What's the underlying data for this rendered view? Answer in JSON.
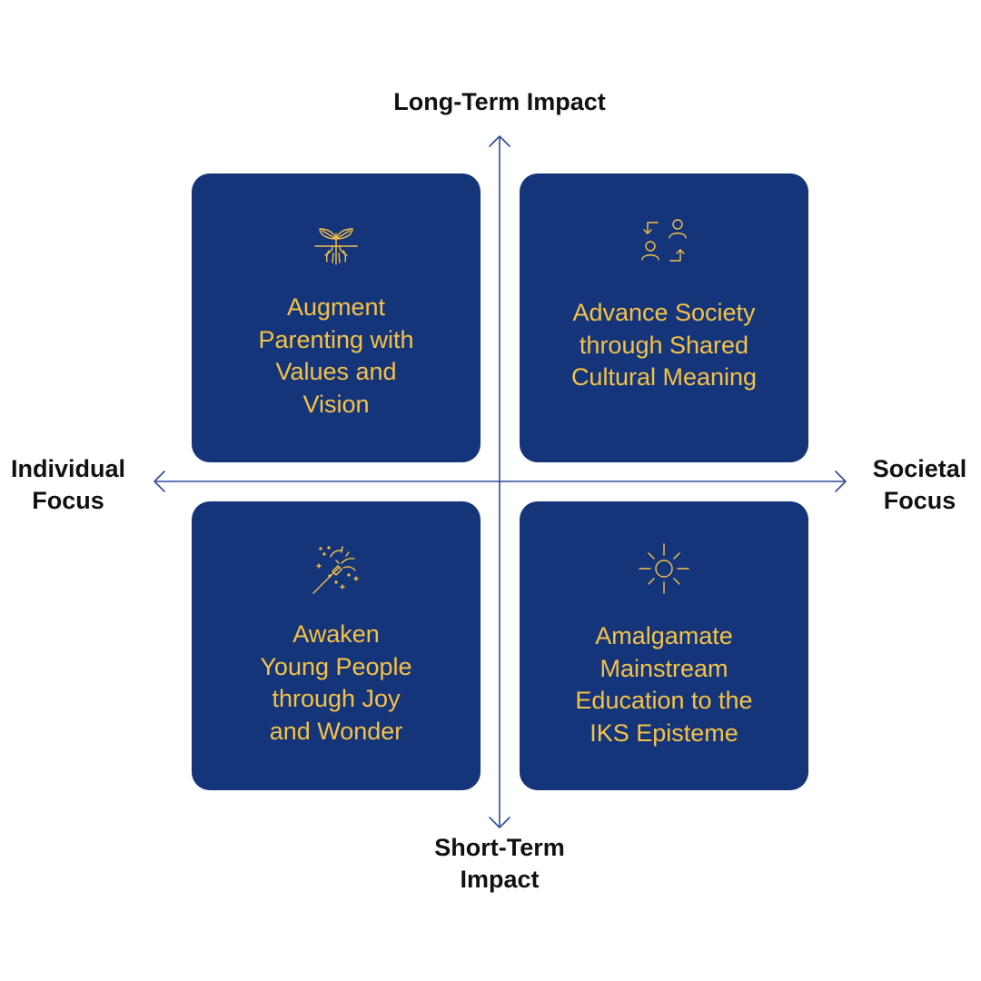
{
  "axes": {
    "top": [
      "Long-Term Impact"
    ],
    "bottom": [
      "Short-Term",
      "Impact"
    ],
    "left": [
      "Individual",
      "Focus"
    ],
    "right": [
      "Societal",
      "Focus"
    ]
  },
  "colors": {
    "card_background": "#15357b",
    "card_text": "#f6c244",
    "axis_line": "#2f4a9a",
    "axis_label": "#111111"
  },
  "quadrants": {
    "top_left": {
      "icon": "sprouting-plant-icon",
      "lines": [
        "Augment",
        "Parenting with",
        "Values and",
        "Vision"
      ]
    },
    "top_right": {
      "icon": "people-exchange-icon",
      "lines": [
        "Advance Society",
        "through Shared",
        "Cultural Meaning"
      ]
    },
    "bottom_left": {
      "icon": "sparkler-icon",
      "lines": [
        "Awaken",
        "Young People",
        "through Joy",
        "and Wonder"
      ]
    },
    "bottom_right": {
      "icon": "sun-icon",
      "lines": [
        "Amalgamate",
        "Mainstream",
        "Education to the",
        "IKS Episteme"
      ]
    }
  }
}
